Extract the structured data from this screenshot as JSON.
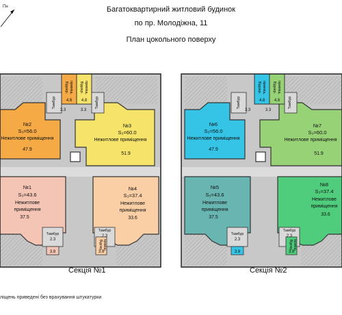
{
  "header": {
    "title_line1": "Багатоквартирний житловий будинок",
    "title_line2": "по пр. Молодіжна, 11",
    "title_line3": "План цокольного поверху"
  },
  "north_label": "Пн",
  "rooms": {
    "r1": {
      "num": "№1",
      "area": "S₃=43.6",
      "type_l1": "Нежитлове",
      "type_l2": "приміщення",
      "inner": "37.5",
      "color": "#f4c4b4"
    },
    "r2": {
      "num": "№2",
      "area": "S₃=56.0",
      "type_l1": "Нежитлове приміщення",
      "inner": "47.9",
      "color": "#f5aa45"
    },
    "r3": {
      "num": "№3",
      "area": "S₃=60.0",
      "type_l1": "Нежитлове приміщення",
      "inner": "51.9",
      "color": "#f6e46a"
    },
    "r4": {
      "num": "№4",
      "area": "S₃=37.4",
      "type_l1": "Нежитлове",
      "type_l2": "приміщення",
      "inner": "33.6",
      "color": "#fbcfa5"
    },
    "r5": {
      "num": "№5",
      "area": "S₃=43.6",
      "type_l1": "Нежитлове",
      "type_l2": "приміщення",
      "inner": "37.5",
      "color": "#69b5b2"
    },
    "r6": {
      "num": "№6",
      "area": "S₃=56.0",
      "type_l1": "Нежитлове приміщення",
      "inner": "47.9",
      "color": "#35c4e6"
    },
    "r7": {
      "num": "№7",
      "area": "S₃=60.0",
      "type_l1": "Нежитлове приміщення",
      "inner": "51.9",
      "color": "#98d276"
    },
    "r8": {
      "num": "№8",
      "area": "S₃=37.4",
      "type_l1": "Нежитлове",
      "type_l2": "приміщення",
      "inner": "33.6",
      "color": "#4fcd7c"
    }
  },
  "small_labels": {
    "vidokr": "Відокр.",
    "prymishch": "приміщ.",
    "tambur": "Тамбур",
    "v48": "4.8",
    "v33": "3.3",
    "v23": "2.3",
    "v38": "3.8"
  },
  "sections": {
    "s1": "Секція №1",
    "s2": "Секція №2"
  },
  "footnote": "ліщень приведені без врахування штукатурки"
}
